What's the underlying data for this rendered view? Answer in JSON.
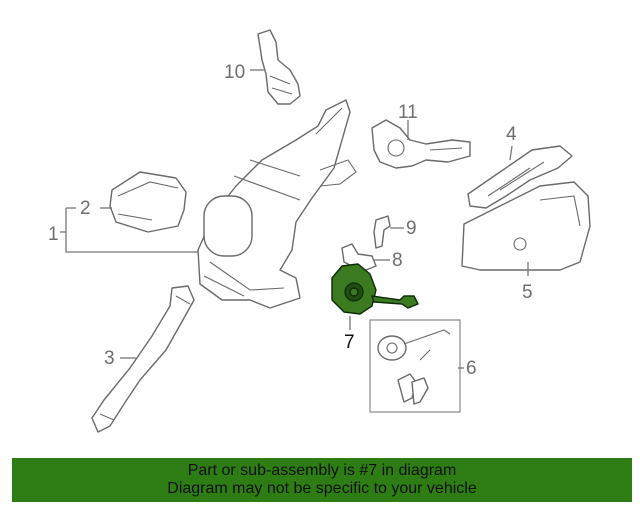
{
  "callouts": {
    "c1": "1",
    "c2": "2",
    "c3": "3",
    "c4": "4",
    "c5": "5",
    "c6": "6",
    "c7": "7",
    "c8": "8",
    "c9": "9",
    "c10": "10",
    "c11": "11"
  },
  "banner": {
    "line1": "Part or sub-assembly is #7 in diagram",
    "line2": "Diagram may not be specific to your vehicle"
  },
  "colors": {
    "highlight": "#3c7a22",
    "banner_bg": "#2e7d14"
  }
}
